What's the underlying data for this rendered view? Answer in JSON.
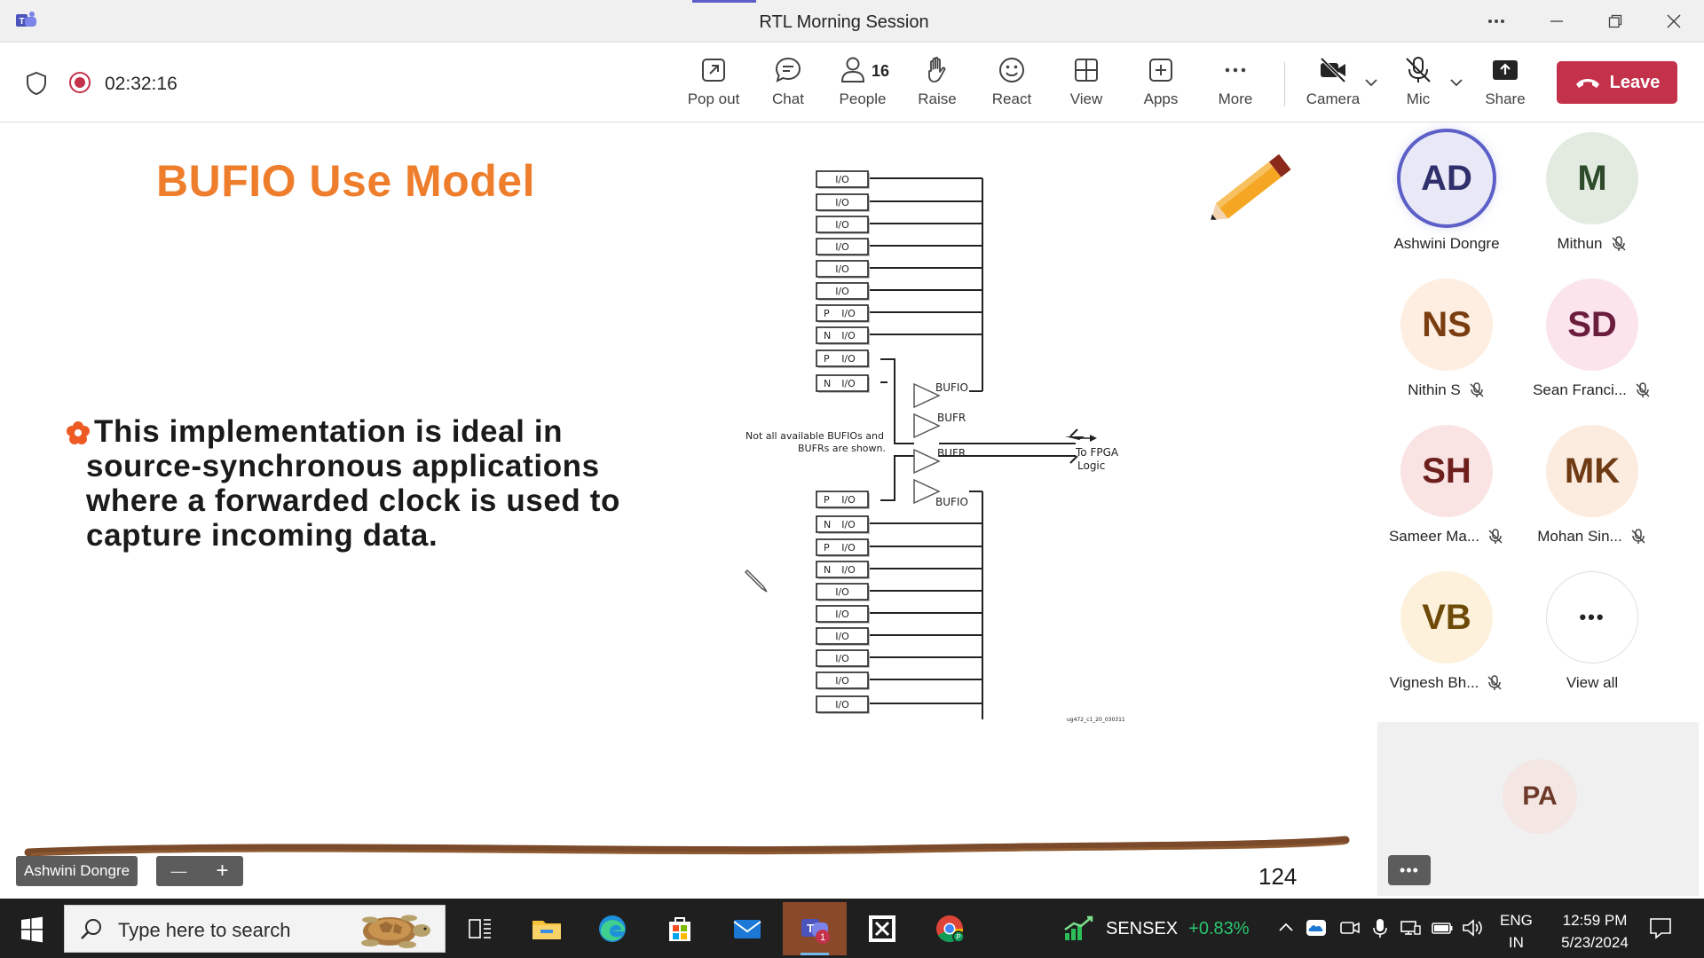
{
  "window": {
    "title": "RTL Morning Session"
  },
  "meeting": {
    "elapsed": "02:32:16"
  },
  "toolbar": {
    "pop_out": "Pop out",
    "chat": "Chat",
    "people": "People",
    "people_count": "16",
    "raise": "Raise",
    "react": "React",
    "view": "View",
    "apps": "Apps",
    "more": "More",
    "camera": "Camera",
    "mic": "Mic",
    "share": "Share",
    "leave": "Leave"
  },
  "slide": {
    "title": "BUFIO Use Model",
    "bullet_lines": [
      "This implementation is ideal in",
      "source-synchronous applications",
      "where a forwarded clock is used to",
      "capture incoming data."
    ],
    "page_number": "124",
    "presenter_tag": "Ashwini Dongre",
    "zoom_minus": "—",
    "zoom_plus": "+",
    "diagram": {
      "io_label": "I/O",
      "p_label": "P",
      "n_label": "N",
      "bufio": "BUFIO",
      "bufr": "BUFR",
      "note_line1": "Not all available BUFIOs and",
      "note_line2": "BUFRs are shown.",
      "fpga_line1": "To FPGA",
      "fpga_line2": "Logic",
      "figure_id": "ug472_c1_20_030311"
    }
  },
  "participants": [
    {
      "initials": "AD",
      "name": "Ashwini Dongre",
      "bg": "#e8e8f6",
      "fg": "#2f2f6b",
      "muted": false,
      "speaking": true
    },
    {
      "initials": "M",
      "name": "Mithun",
      "bg": "#e3ebe1",
      "fg": "#2e4a2a",
      "muted": true,
      "speaking": false
    },
    {
      "initials": "NS",
      "name": "Nithin S",
      "bg": "#fdeee1",
      "fg": "#7a3d10",
      "muted": true,
      "speaking": false
    },
    {
      "initials": "SD",
      "name": "Sean Franci...",
      "bg": "#fbe4ec",
      "fg": "#6b1d3c",
      "muted": true,
      "speaking": false
    },
    {
      "initials": "SH",
      "name": "Sameer Ma...",
      "bg": "#f9e4e3",
      "fg": "#6d1f1d",
      "muted": true,
      "speaking": false
    },
    {
      "initials": "MK",
      "name": "Mohan Sin...",
      "bg": "#fcebdf",
      "fg": "#6e3b14",
      "muted": true,
      "speaking": false
    },
    {
      "initials": "VB",
      "name": "Vignesh Bh...",
      "bg": "#fdf1dc",
      "fg": "#6e4a09",
      "muted": true,
      "speaking": false
    }
  ],
  "view_all": {
    "label": "View all",
    "glyph": "•••"
  },
  "tile": {
    "initials": "PA",
    "more": "•••"
  },
  "taskbar": {
    "search_placeholder": "Type here to search",
    "sensex_label": "SENSEX",
    "sensex_change": "+0.83%",
    "lang_line1": "ENG",
    "lang_line2": "IN",
    "time": "12:59 PM",
    "date": "5/23/2024",
    "teams_badge": "1"
  },
  "colors": {
    "accent": "#5b5fc7",
    "leave": "#c4314b",
    "slide_title": "#ee7d2c",
    "sensex_up": "#28c76f"
  }
}
